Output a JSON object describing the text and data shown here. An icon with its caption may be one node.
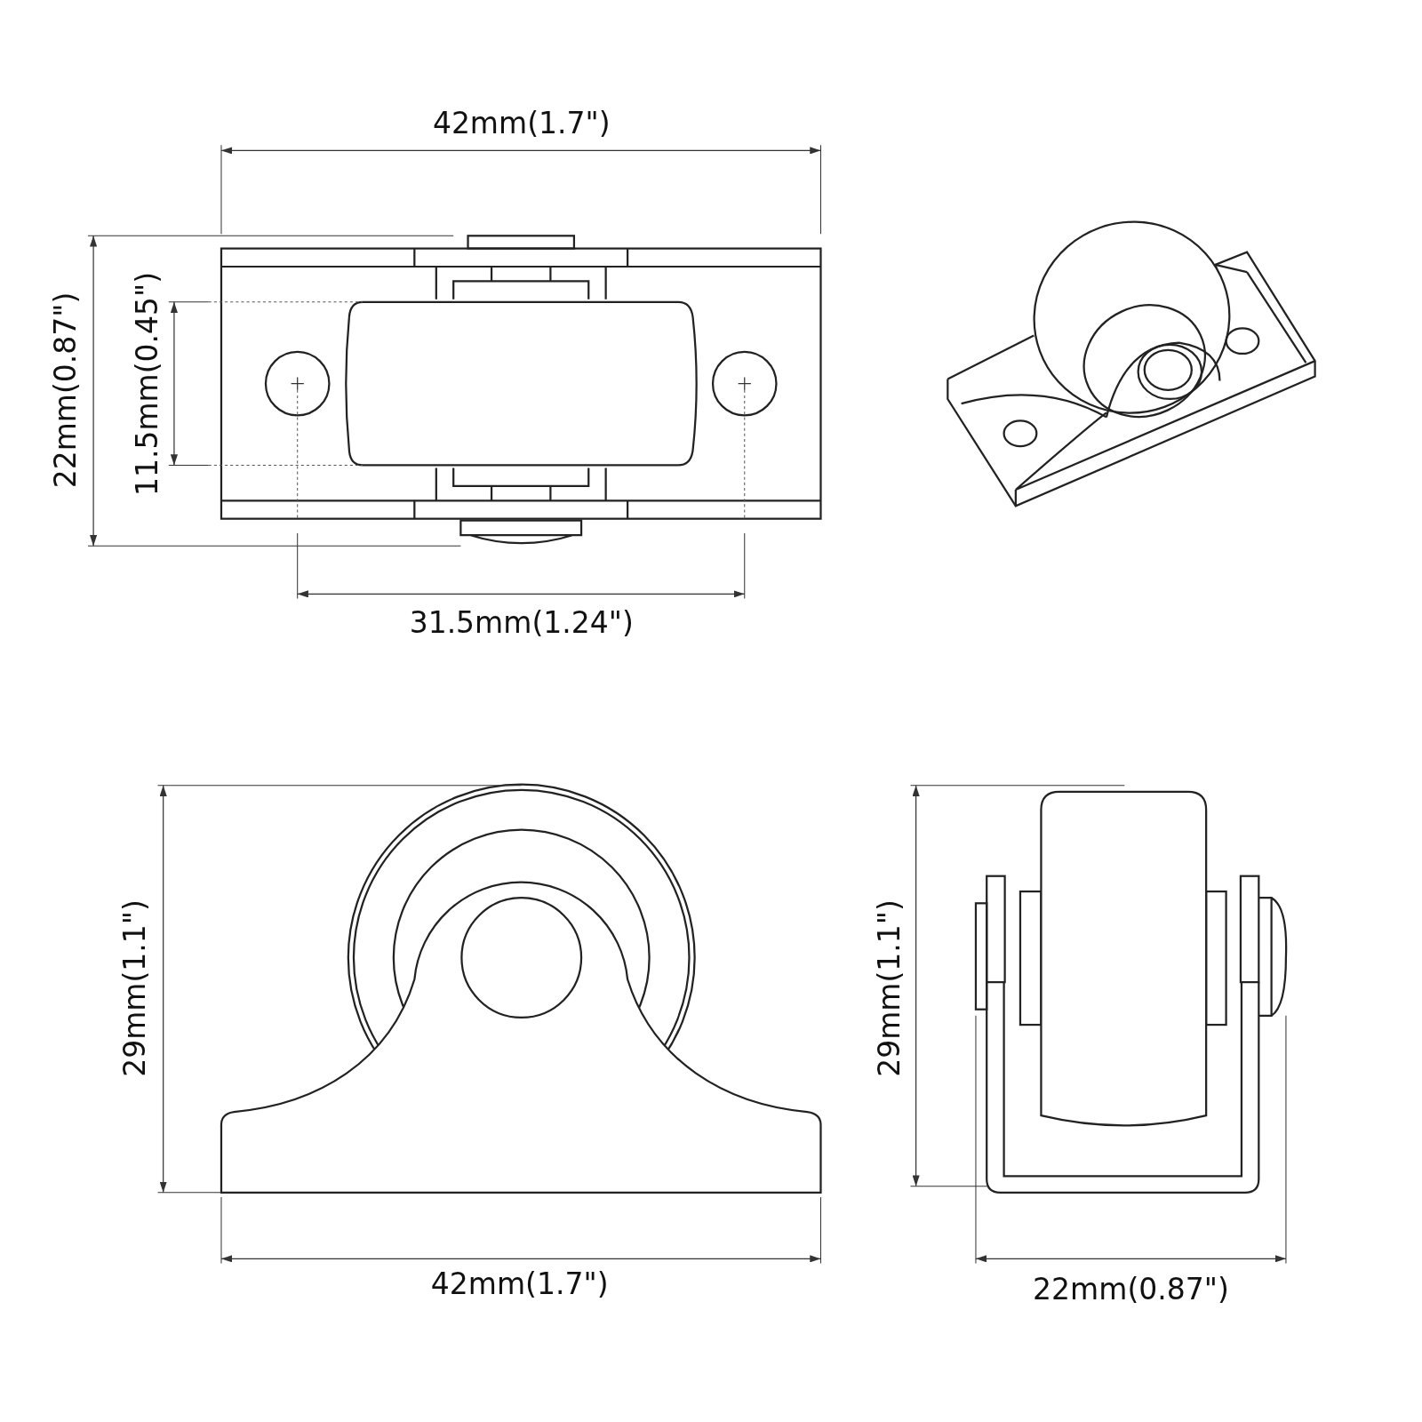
{
  "diagram": {
    "labels": [
      "42mm(1.7\")",
      "22mm(0.87\")",
      "11.5mm(0.45\")",
      "31.5mm(1.24\")",
      "29mm(1.1\")",
      "29mm(1.1\")",
      "42mm(1.7\")",
      "22mm(0.87\")"
    ]
  }
}
